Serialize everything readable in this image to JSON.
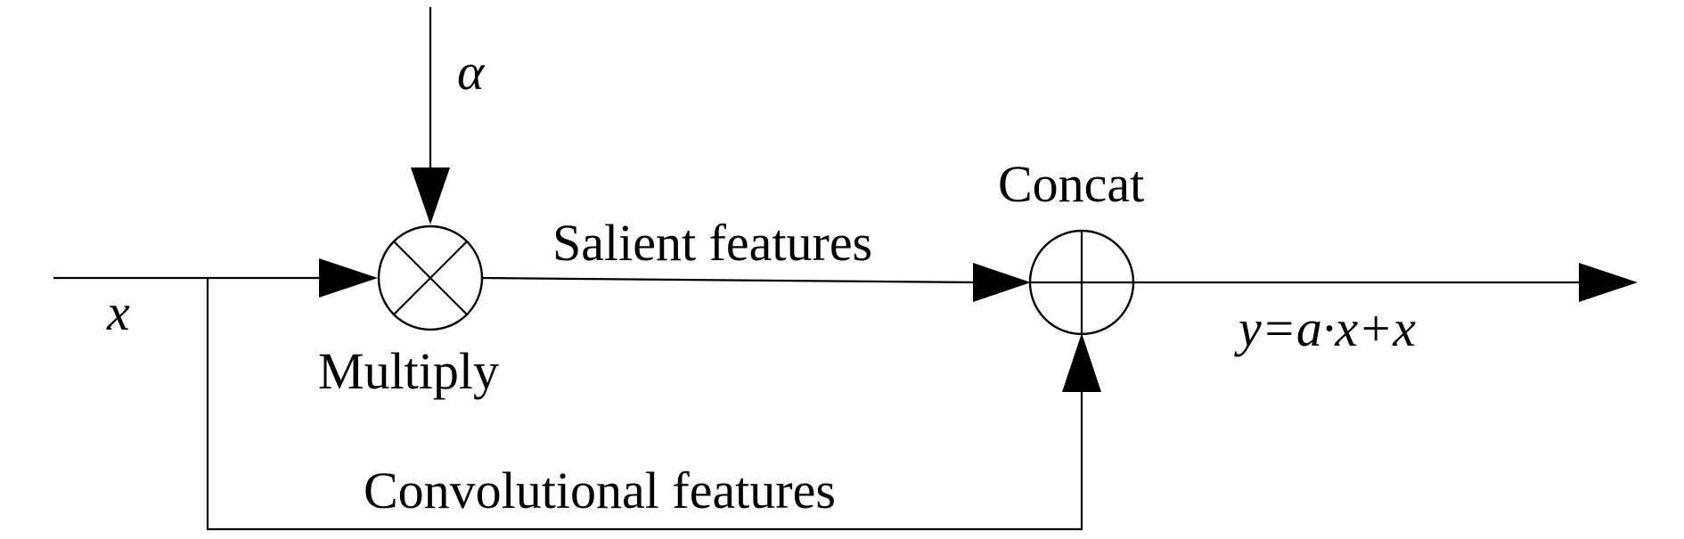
{
  "diagram": {
    "input_label": "x",
    "alpha_label": "α",
    "multiply_label": "Multiply",
    "concat_label": "Concat",
    "salient_label": "Salient features",
    "convolutional_label": "Convolutional features",
    "output_label": "y=a·x+x",
    "multiply_symbol": "⊗",
    "concat_symbol": "⊕",
    "color": "#000000"
  }
}
